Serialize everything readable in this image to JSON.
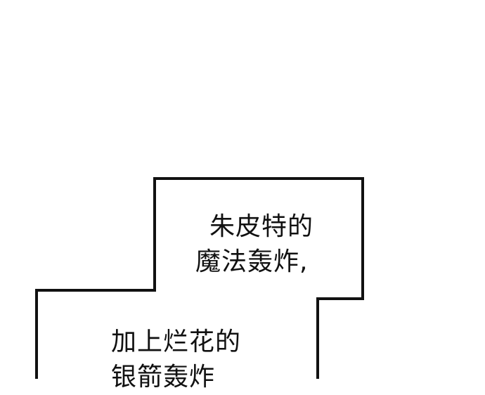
{
  "speech_boxes": {
    "upper": {
      "lines": [
        "朱皮特的",
        "魔法轰炸,"
      ]
    },
    "lower": {
      "lines": [
        "加上烂花的",
        "银箭轰炸"
      ]
    }
  },
  "colors": {
    "background": "#ffffff",
    "border": "#111111",
    "text": "#111111"
  }
}
